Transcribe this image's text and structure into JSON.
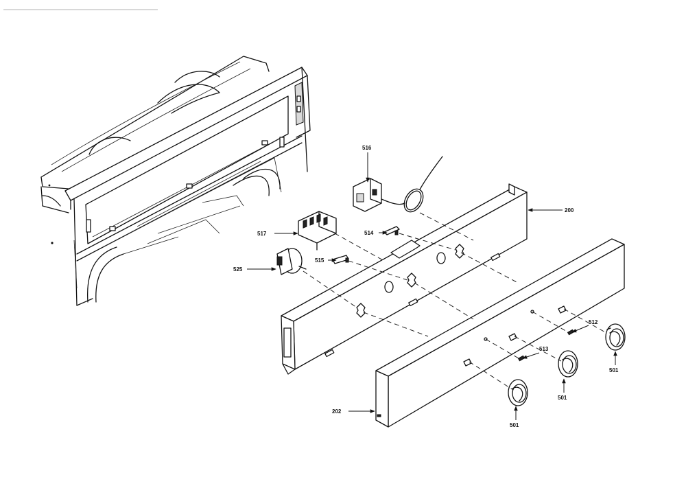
{
  "callouts": [
    {
      "id": "c200",
      "label": "200"
    },
    {
      "id": "c202",
      "label": "202"
    },
    {
      "id": "c501a",
      "label": "501"
    },
    {
      "id": "c501b",
      "label": "501"
    },
    {
      "id": "c501c",
      "label": "501"
    },
    {
      "id": "c512",
      "label": "512"
    },
    {
      "id": "c513",
      "label": "513"
    },
    {
      "id": "c514",
      "label": "514"
    },
    {
      "id": "c515",
      "label": "515"
    },
    {
      "id": "c516",
      "label": "516"
    },
    {
      "id": "c517",
      "label": "517"
    },
    {
      "id": "c525",
      "label": "525"
    }
  ]
}
